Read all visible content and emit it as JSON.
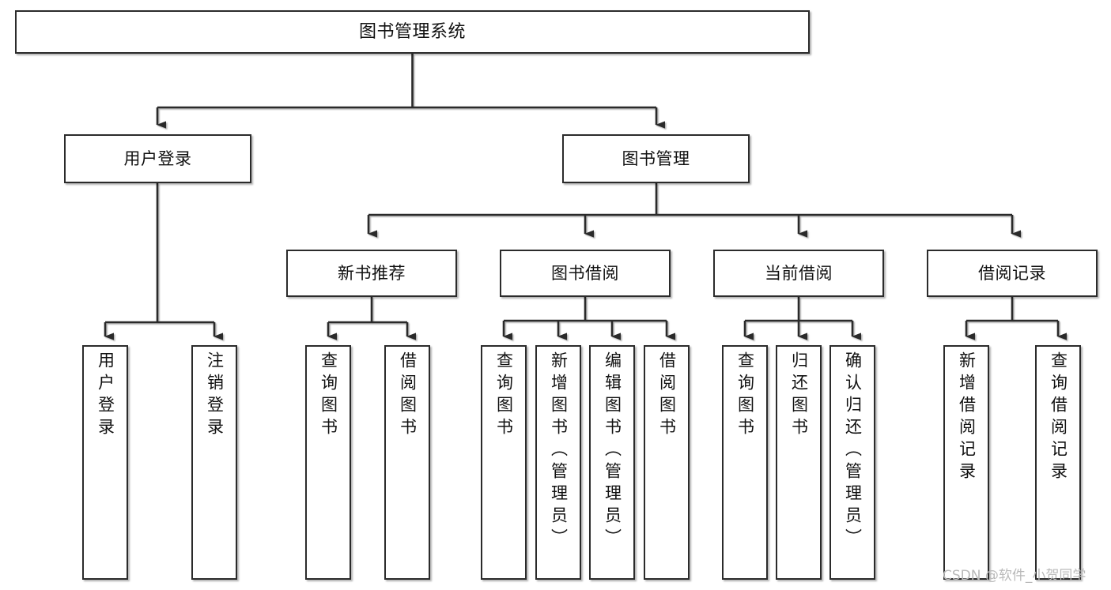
{
  "diagram": {
    "type": "tree-hierarchy-diagram",
    "title": "图书管理系统",
    "watermark": "CSDN @软件_小贺同学",
    "colors": {
      "box_border": "#2b2b2b",
      "box_fill": "#ffffff",
      "connector": "#2b2b2b",
      "text": "#111111",
      "watermark": "#b9b9b9"
    },
    "nodes": {
      "root": {
        "label": "图书管理系统"
      },
      "level2": [
        {
          "label": "用户登录"
        },
        {
          "label": "图书管理"
        }
      ],
      "level3": [
        {
          "label": "新书推荐"
        },
        {
          "label": "图书借阅"
        },
        {
          "label": "当前借阅"
        },
        {
          "label": "借阅记录"
        }
      ],
      "leaves": [
        {
          "label": "用户登录",
          "parent": "用户登录"
        },
        {
          "label": "注销登录",
          "parent": "用户登录"
        },
        {
          "label": "查询图书",
          "parent": "新书推荐"
        },
        {
          "label": "借阅图书",
          "parent": "新书推荐"
        },
        {
          "label": "查询图书",
          "parent": "图书借阅"
        },
        {
          "label": "新增图书（管理员）",
          "parent": "图书借阅"
        },
        {
          "label": "编辑图书（管理员）",
          "parent": "图书借阅"
        },
        {
          "label": "借阅图书",
          "parent": "图书借阅"
        },
        {
          "label": "查询图书",
          "parent": "当前借阅"
        },
        {
          "label": "归还图书",
          "parent": "当前借阅"
        },
        {
          "label": "确认归还（管理员）",
          "parent": "当前借阅"
        },
        {
          "label": "新增借阅记录",
          "parent": "借阅记录"
        },
        {
          "label": "查询借阅记录",
          "parent": "借阅记录"
        }
      ]
    }
  }
}
